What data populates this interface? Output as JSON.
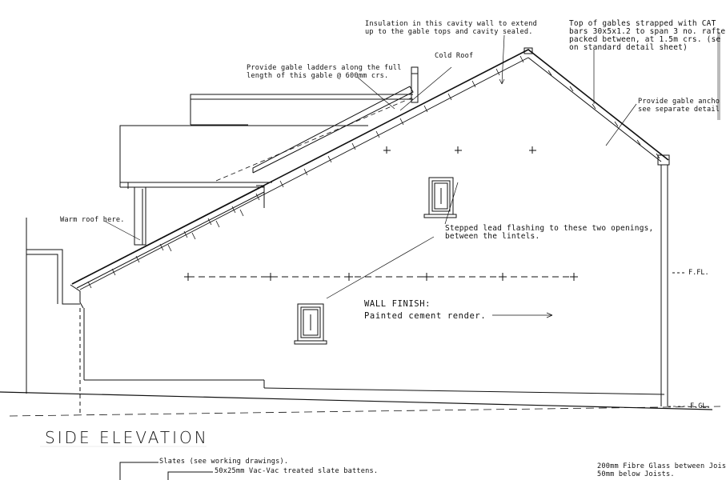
{
  "drawing": {
    "title": "SIDE ELEVATION",
    "levels": {
      "ffl": "F.FL.",
      "fgl": "F.GL."
    },
    "notes": {
      "insulation": "Insulation in this cavity wall to extend\nup to the gable tops and cavity sealed.",
      "gable_top": "Top of gables strapped with CAT\nbars 30x5x1.2 to span 3 no. rafte\npacked between, at 1.5m crs. (se\non standard detail sheet)",
      "cold_roof": "Cold Roof",
      "gable_ladders": "Provide gable ladders along the full\nlength of this gable @ 600mm crs.",
      "gable_anchor": "Provide gable ancho\nsee separate detail",
      "warm_roof": "Warm roof here.",
      "stepped_lead": "Stepped lead flashing to these two openings,\nbetween the lintels.",
      "wall_finish_title": "WALL FINISH:",
      "wall_finish_body": "Painted cement render.",
      "slates": "Slates (see working drawings).",
      "battens": "50x25mm Vac-Vac treated slate battens.",
      "fibre_glass": "200mm Fibre Glass between Jois\n50mm below Joists."
    }
  }
}
